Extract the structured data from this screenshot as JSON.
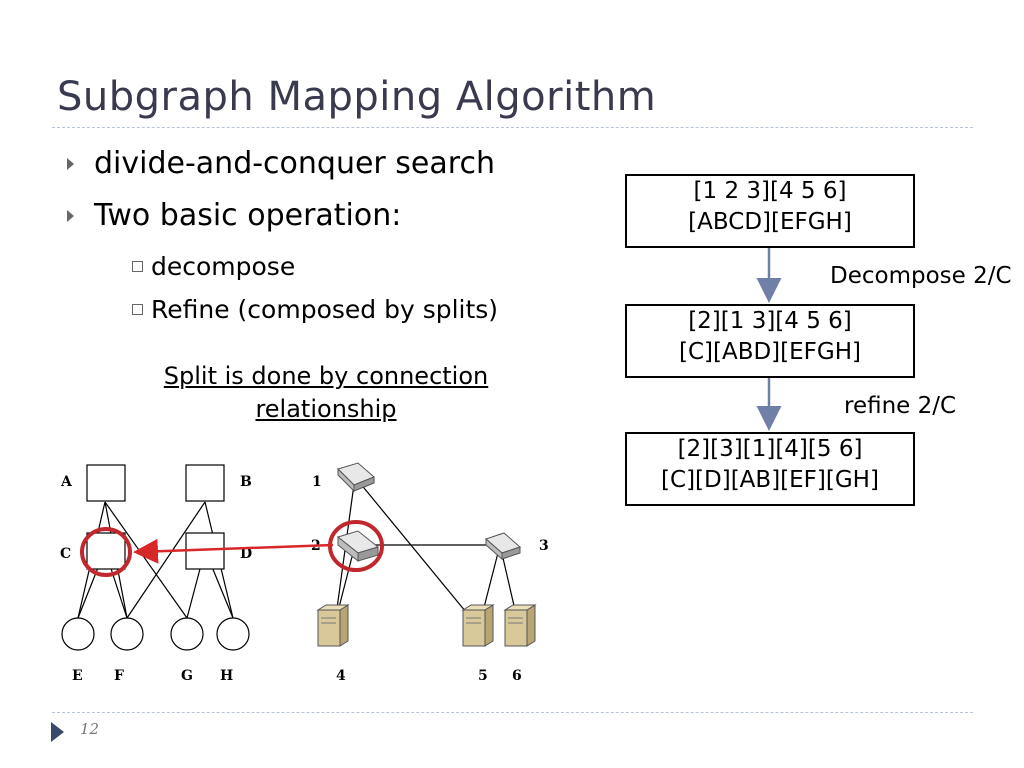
{
  "title": "Subgraph Mapping Algorithm",
  "bullets": [
    "divide-and-conquer search",
    "Two basic operation:"
  ],
  "sub_bullets": [
    "decompose",
    "Refine (composed by splits)"
  ],
  "note": "Split is done by connection relationship",
  "flow": {
    "box1": {
      "line1": "[1 2 3][4 5 6]",
      "line2": "[ABCD][EFGH]"
    },
    "op1": "Decompose 2/C",
    "box2": {
      "line1": "[2][1 3][4 5 6]",
      "line2": "[C][ABD][EFGH]"
    },
    "op2": "refine 2/C",
    "box3": {
      "line1": "[2][3][1][4][5 6]",
      "line2": "[C][D][AB][EF][GH]"
    }
  },
  "graph_left": {
    "square_labels": [
      "A",
      "B",
      "C",
      "D"
    ],
    "circle_labels": [
      "E",
      "F",
      "G",
      "H"
    ]
  },
  "graph_right": {
    "switch_labels": [
      "1",
      "2",
      "3"
    ],
    "server_labels": [
      "4",
      "5",
      "6"
    ]
  },
  "colors": {
    "title": "#3a3a4e",
    "highlight": "#c0282d",
    "arrow_flow": "#6f7fa8"
  },
  "page_number": "12"
}
